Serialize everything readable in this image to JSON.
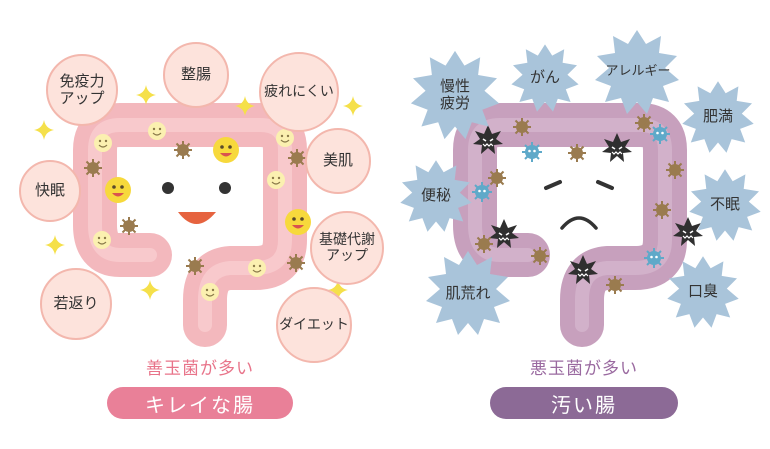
{
  "good": {
    "benefits": [
      "免疫力\nアップ",
      "整腸",
      "疲れにくい",
      "美肌",
      "快眠",
      "基礎代謝\nアップ",
      "若返り",
      "ダイエット"
    ],
    "caption": "善玉菌が多い",
    "pill_label": "キレイな腸",
    "colors": {
      "gut": "#f3b8bd",
      "bubble": "#fde3dc",
      "caption": "#e8748a",
      "pill": "#e98098",
      "sparkle": "#f5e04a"
    }
  },
  "bad": {
    "problems": [
      "慢性\n疲労",
      "がん",
      "アレルギー",
      "肥満",
      "便秘",
      "不眠",
      "肌荒れ",
      "口臭"
    ],
    "caption": "悪玉菌が多い",
    "pill_label": "汚い腸",
    "colors": {
      "gut": "#c7a0bd",
      "burst": "#a9c4da",
      "caption": "#9a6aa0",
      "pill": "#8c6a96"
    }
  }
}
